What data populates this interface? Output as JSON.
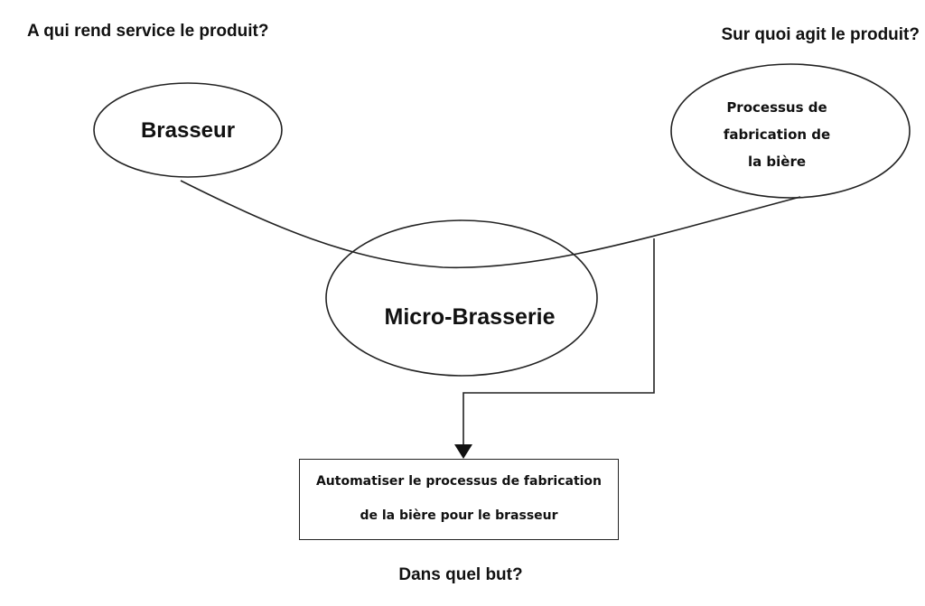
{
  "questions": {
    "left": "A qui rend service le produit?",
    "right": "Sur quoi agit le produit?",
    "bottom": "Dans quel but?"
  },
  "nodes": {
    "user": {
      "label": "Brasseur"
    },
    "target": {
      "lines": [
        "Processus de",
        "fabrication de",
        "la bière"
      ]
    },
    "product": {
      "label": "Micro-Brasserie"
    },
    "goal": {
      "lines": [
        "Automatiser le processus de fabrication",
        "de la bière pour le brasseur"
      ]
    }
  }
}
